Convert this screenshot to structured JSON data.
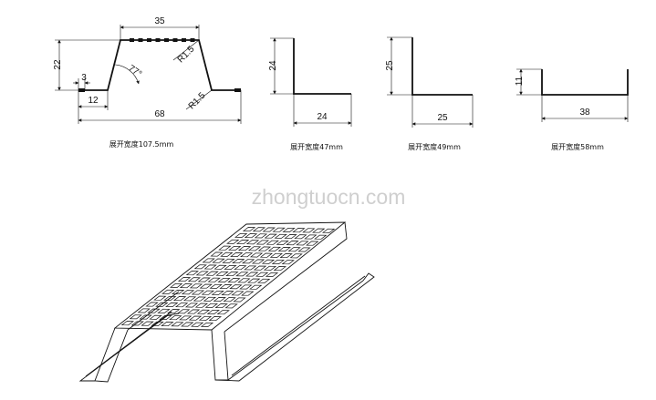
{
  "profiles": [
    {
      "dims": [
        "35",
        "22",
        "3",
        "77°",
        "R1.5",
        "R1.5",
        "12",
        "68"
      ],
      "caption": "展开宽度107.5mm"
    },
    {
      "dims": [
        "24",
        "24"
      ],
      "caption": "展开宽度47mm"
    },
    {
      "dims": [
        "25",
        "25"
      ],
      "caption": "展开宽度49mm"
    },
    {
      "dims": [
        "11",
        "38"
      ],
      "caption": "展开宽度58mm"
    }
  ],
  "watermark": "zhongtuocn.com"
}
